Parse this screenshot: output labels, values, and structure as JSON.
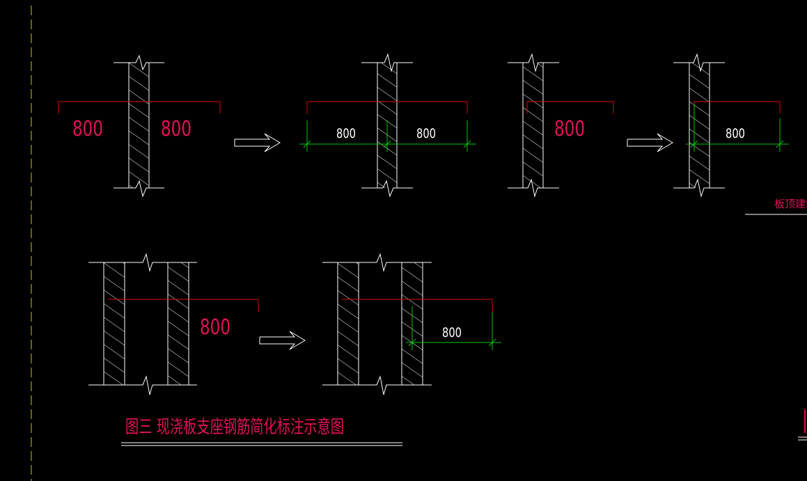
{
  "colors": {
    "background": "#000000",
    "wall_outline": "#ffffff",
    "rebar_line": "#e00000",
    "dimension_line": "#00c800",
    "red_text": "#e0105a",
    "axis_line": "#c8c800"
  },
  "labels": {
    "d1_left": "800",
    "d1_right": "800",
    "d2_left": "800",
    "d2_right": "800",
    "d3": "800",
    "d4": "800",
    "d5": "800",
    "d6": "800",
    "side_note": "板顶建筑",
    "caption": "图三  现浇板支座钢筋简化标注示意图"
  }
}
